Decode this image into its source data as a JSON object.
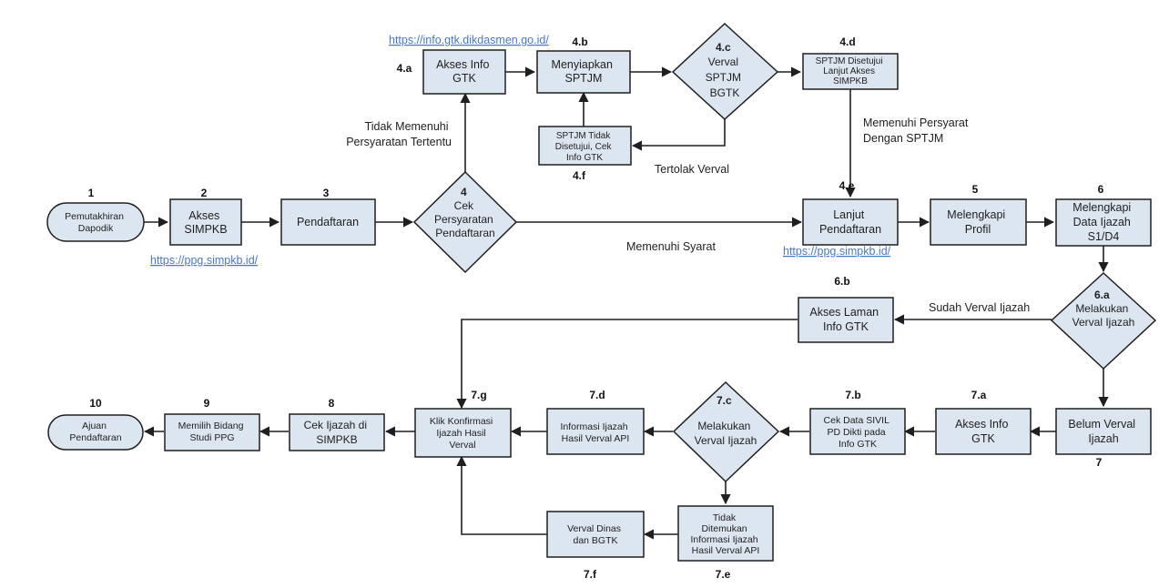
{
  "links": {
    "info_gtk": "https://info.gtk.dikdasmen.go.id/",
    "ppg_1": "https://ppg.simpkb.id/",
    "ppg_2": "https://ppg.simpkb.id/"
  },
  "edge_labels": {
    "tidak_memenuhi_1": "Tidak Memenuhi",
    "tidak_memenuhi_2": "Persyaratan Tertentu",
    "memenuhi_persyarat_1": "Memenuhi Persyarat",
    "memenuhi_persyarat_2": "Dengan SPTJM",
    "tertolak_verval": "Tertolak Verval",
    "memenuhi_syarat": "Memenuhi Syarat",
    "sudah_verval": "Sudah Verval Ijazah"
  },
  "nodes": {
    "n1": {
      "num": "1",
      "lines": [
        "Pemutakhiran",
        "Dapodik"
      ]
    },
    "n2": {
      "num": "2",
      "lines": [
        "Akses",
        "SIMPKB"
      ]
    },
    "n3": {
      "num": "3",
      "lines": [
        "Pendaftaran"
      ]
    },
    "n4": {
      "num": "",
      "lines": [
        "4",
        "Cek",
        "Persyaratan",
        "Pendaftaran"
      ]
    },
    "n4a": {
      "num": "4.a",
      "lines": [
        "Akses Info",
        "GTK"
      ]
    },
    "n4b": {
      "num": "4.b",
      "lines": [
        "Menyiapkan",
        "SPTJM"
      ]
    },
    "n4c": {
      "num": "",
      "lines": [
        "4.c",
        "Verval",
        "SPTJM",
        "BGTK"
      ]
    },
    "n4d": {
      "num": "4.d",
      "lines": [
        "SPTJM Disetujui",
        "Lanjut Akses",
        "SIMPKB"
      ]
    },
    "n4f": {
      "num": "4.f",
      "lines": [
        "SPTJM Tidak",
        "Disetujui, Cek",
        "Info GTK"
      ]
    },
    "n4e": {
      "num": "4.e",
      "lines": [
        "Lanjut",
        "Pendaftaran"
      ]
    },
    "n5": {
      "num": "5",
      "lines": [
        "Melengkapi",
        "Profil"
      ]
    },
    "n6": {
      "num": "6",
      "lines": [
        "Melengkapi",
        "Data Ijazah",
        "S1/D4"
      ]
    },
    "n6a": {
      "num": "",
      "lines": [
        "6.a",
        "Melakukan",
        "Verval Ijazah"
      ]
    },
    "n6b": {
      "num": "6.b",
      "lines": [
        "Akses Laman",
        "Info GTK"
      ]
    },
    "n7": {
      "num": "7",
      "lines": [
        "Belum Verval",
        "Ijazah"
      ]
    },
    "n7a": {
      "num": "7.a",
      "lines": [
        "Akses Info",
        "GTK"
      ]
    },
    "n7b": {
      "num": "7.b",
      "lines": [
        "Cek Data SIVIL",
        "PD Dikti pada",
        "Info GTK"
      ]
    },
    "n7c": {
      "num": "",
      "lines": [
        "7.c",
        "Melakukan",
        "Verval Ijazah"
      ]
    },
    "n7d": {
      "num": "7.d",
      "lines": [
        "Informasi Ijazah",
        "Hasil Verval API"
      ]
    },
    "n7e": {
      "num": "7.e",
      "lines": [
        "Tidak",
        "Ditemukan",
        "Informasi Ijazah",
        "Hasil Verval API"
      ]
    },
    "n7f": {
      "num": "7.f",
      "lines": [
        "Verval Dinas",
        "dan BGTK"
      ]
    },
    "n7g": {
      "num": "7.g",
      "lines": [
        "Klik Konfirmasi",
        "Ijazah Hasil",
        "Verval"
      ]
    },
    "n8": {
      "num": "8",
      "lines": [
        "Cek Ijazah di",
        "SIMPKB"
      ]
    },
    "n9": {
      "num": "9",
      "lines": [
        "Memilih Bidang",
        "Studi PPG"
      ]
    },
    "n10": {
      "num": "10",
      "lines": [
        "Ajuan",
        "Pendaftaran"
      ]
    }
  }
}
